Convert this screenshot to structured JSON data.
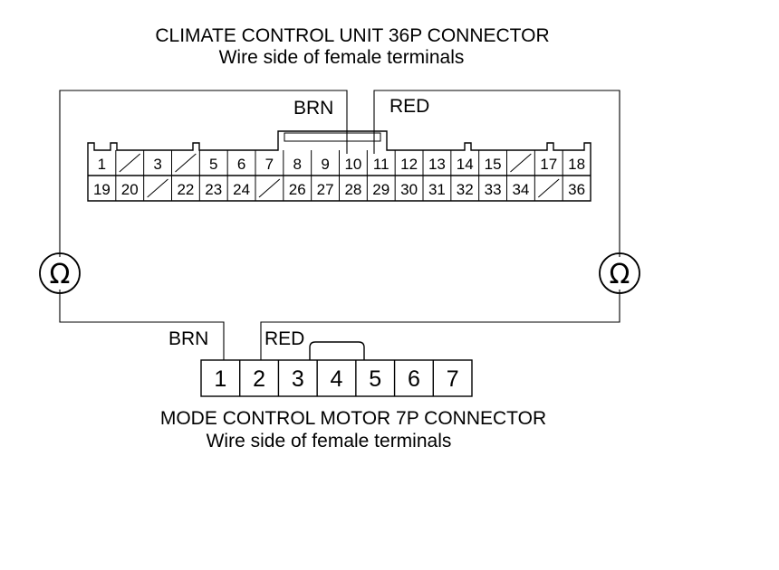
{
  "header": {
    "title": "CLIMATE CONTROL UNIT 36P CONNECTOR",
    "subtitle": "Wire side of female terminals"
  },
  "connector_36p": {
    "top_row": [
      "1",
      "",
      "3",
      "",
      "5",
      "6",
      "7",
      "8",
      "9",
      "10",
      "11",
      "12",
      "13",
      "14",
      "15",
      "",
      "17",
      "18"
    ],
    "bottom_row": [
      "19",
      "20",
      "",
      "22",
      "23",
      "24",
      "",
      "26",
      "27",
      "28",
      "29",
      "30",
      "31",
      "32",
      "33",
      "34",
      "",
      "36"
    ]
  },
  "wires": {
    "brn_label": "BRN",
    "red_label": "RED",
    "brn_label_lower": "BRN",
    "red_label_lower": "RED"
  },
  "meters": {
    "left_symbol": "Ω",
    "right_symbol": "Ω"
  },
  "connector_7p": {
    "pins": [
      "1",
      "2",
      "3",
      "4",
      "5",
      "6",
      "7"
    ]
  },
  "footer": {
    "title": "MODE CONTROL MOTOR 7P CONNECTOR",
    "subtitle": "Wire side of female terminals"
  },
  "icons": {
    "left_meter": "ohmmeter-icon",
    "right_meter": "ohmmeter-icon"
  }
}
